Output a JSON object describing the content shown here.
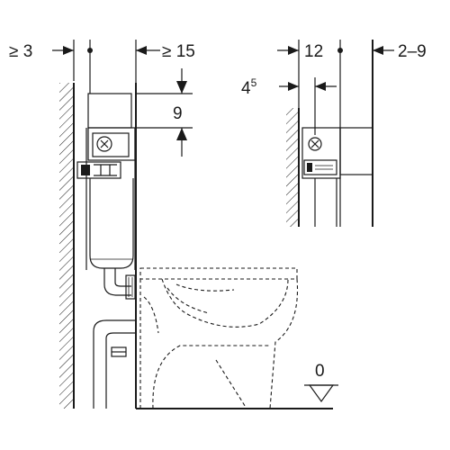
{
  "dimensions": {
    "wall_gap": "≥ 3",
    "front_gap": "≥ 15",
    "cistern_height": "9",
    "module_depth": "12",
    "offset_base": "4",
    "offset_sup": "5",
    "panel_range": "2–9",
    "floor_level": "0"
  }
}
